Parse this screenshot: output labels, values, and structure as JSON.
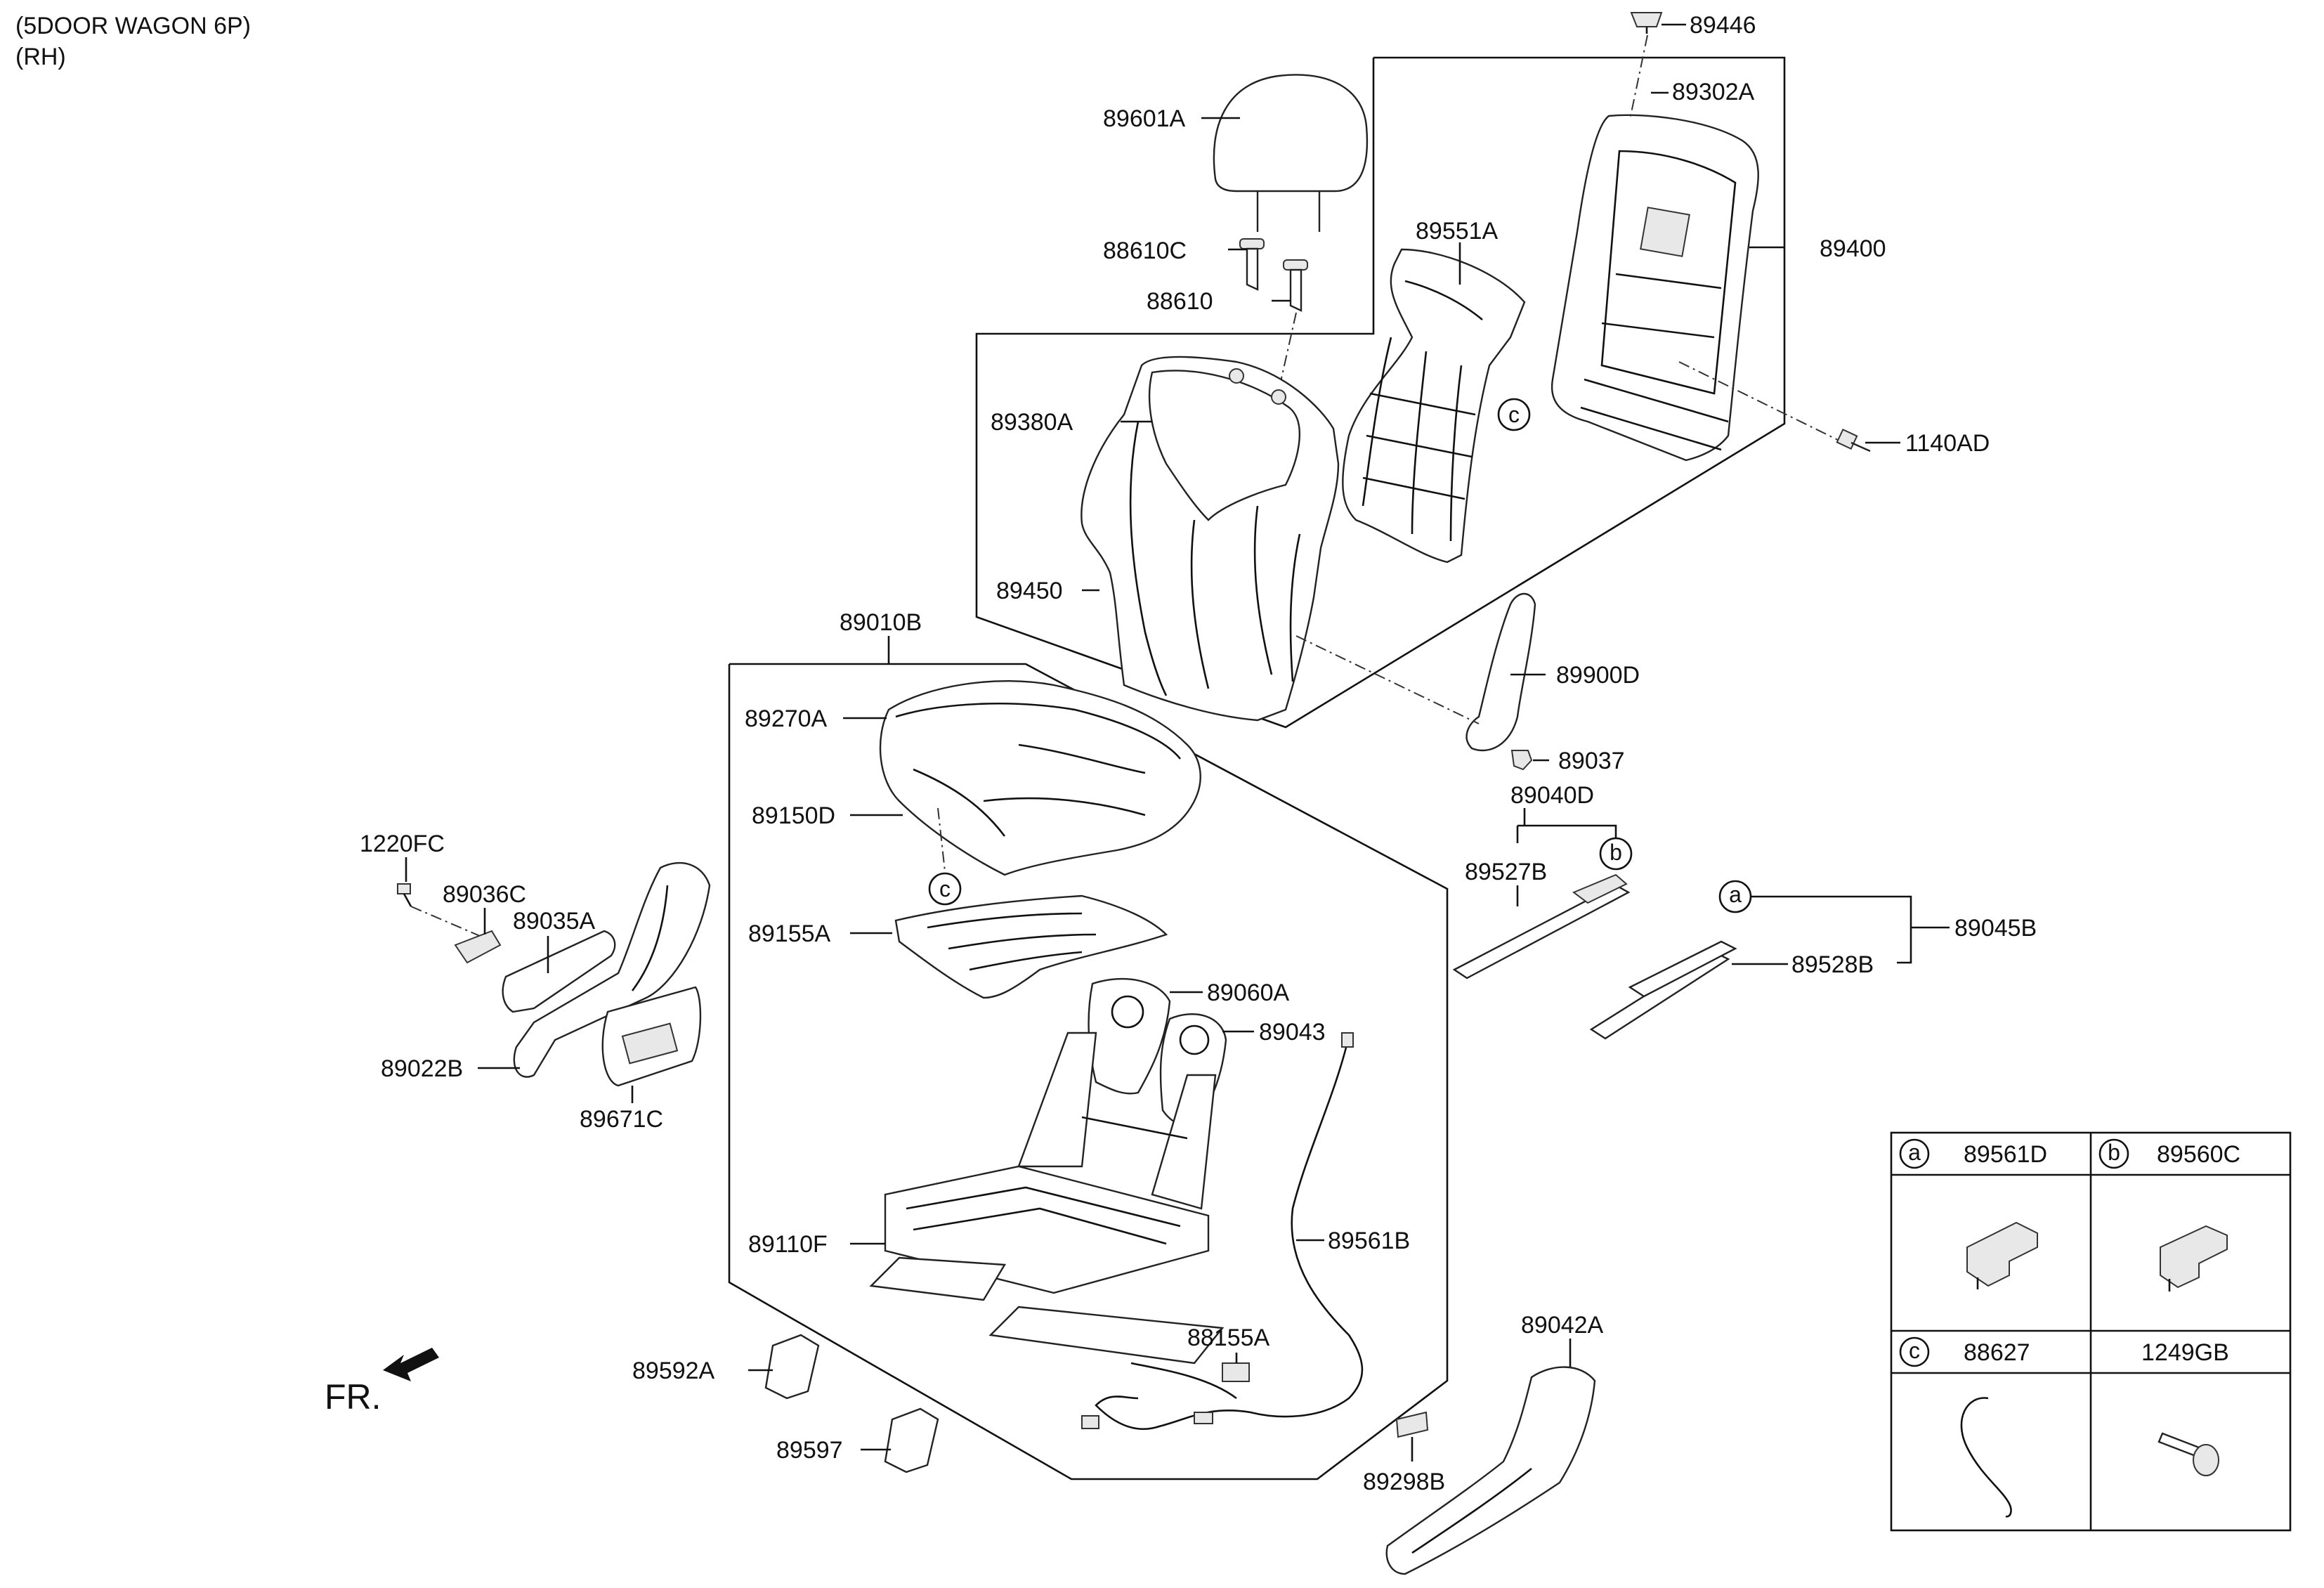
{
  "header": {
    "line1": "(5DOOR WAGON 6P)",
    "line2": "(RH)"
  },
  "direction": {
    "label": "FR."
  },
  "labels": {
    "p89446": "89446",
    "p89302A": "89302A",
    "p89400": "89400",
    "p89601A": "89601A",
    "p88610C": "88610C",
    "p88610": "88610",
    "p89551A": "89551A",
    "p89380A": "89380A",
    "p1140AD": "1140AD",
    "p89450": "89450",
    "p89010B": "89010B",
    "p89900D": "89900D",
    "p89270A": "89270A",
    "p89037": "89037",
    "p89040D": "89040D",
    "p89150D": "89150D",
    "p89527B": "89527B",
    "p1220FC": "1220FC",
    "p89036C": "89036C",
    "p89035A": "89035A",
    "p89155A": "89155A",
    "p89045B": "89045B",
    "p89528B": "89528B",
    "p89060A": "89060A",
    "p89043": "89043",
    "p89022B": "89022B",
    "p89671C": "89671C",
    "p89110F": "89110F",
    "p89561B": "89561B",
    "p88155A": "88155A",
    "p89042A": "89042A",
    "p89592A": "89592A",
    "p89597": "89597",
    "p89298B": "89298B"
  },
  "callouts": {
    "a": "a",
    "b": "b",
    "c": "c"
  },
  "legend_table": {
    "cells": [
      {
        "key": "a",
        "part": "89561D",
        "icon": "connector-a-icon"
      },
      {
        "key": "b",
        "part": "89560C",
        "icon": "connector-b-icon"
      },
      {
        "key": "c",
        "part": "88627",
        "icon": "wire-hook-icon"
      },
      {
        "key": "",
        "part": "1249GB",
        "icon": "screw-icon"
      }
    ]
  }
}
